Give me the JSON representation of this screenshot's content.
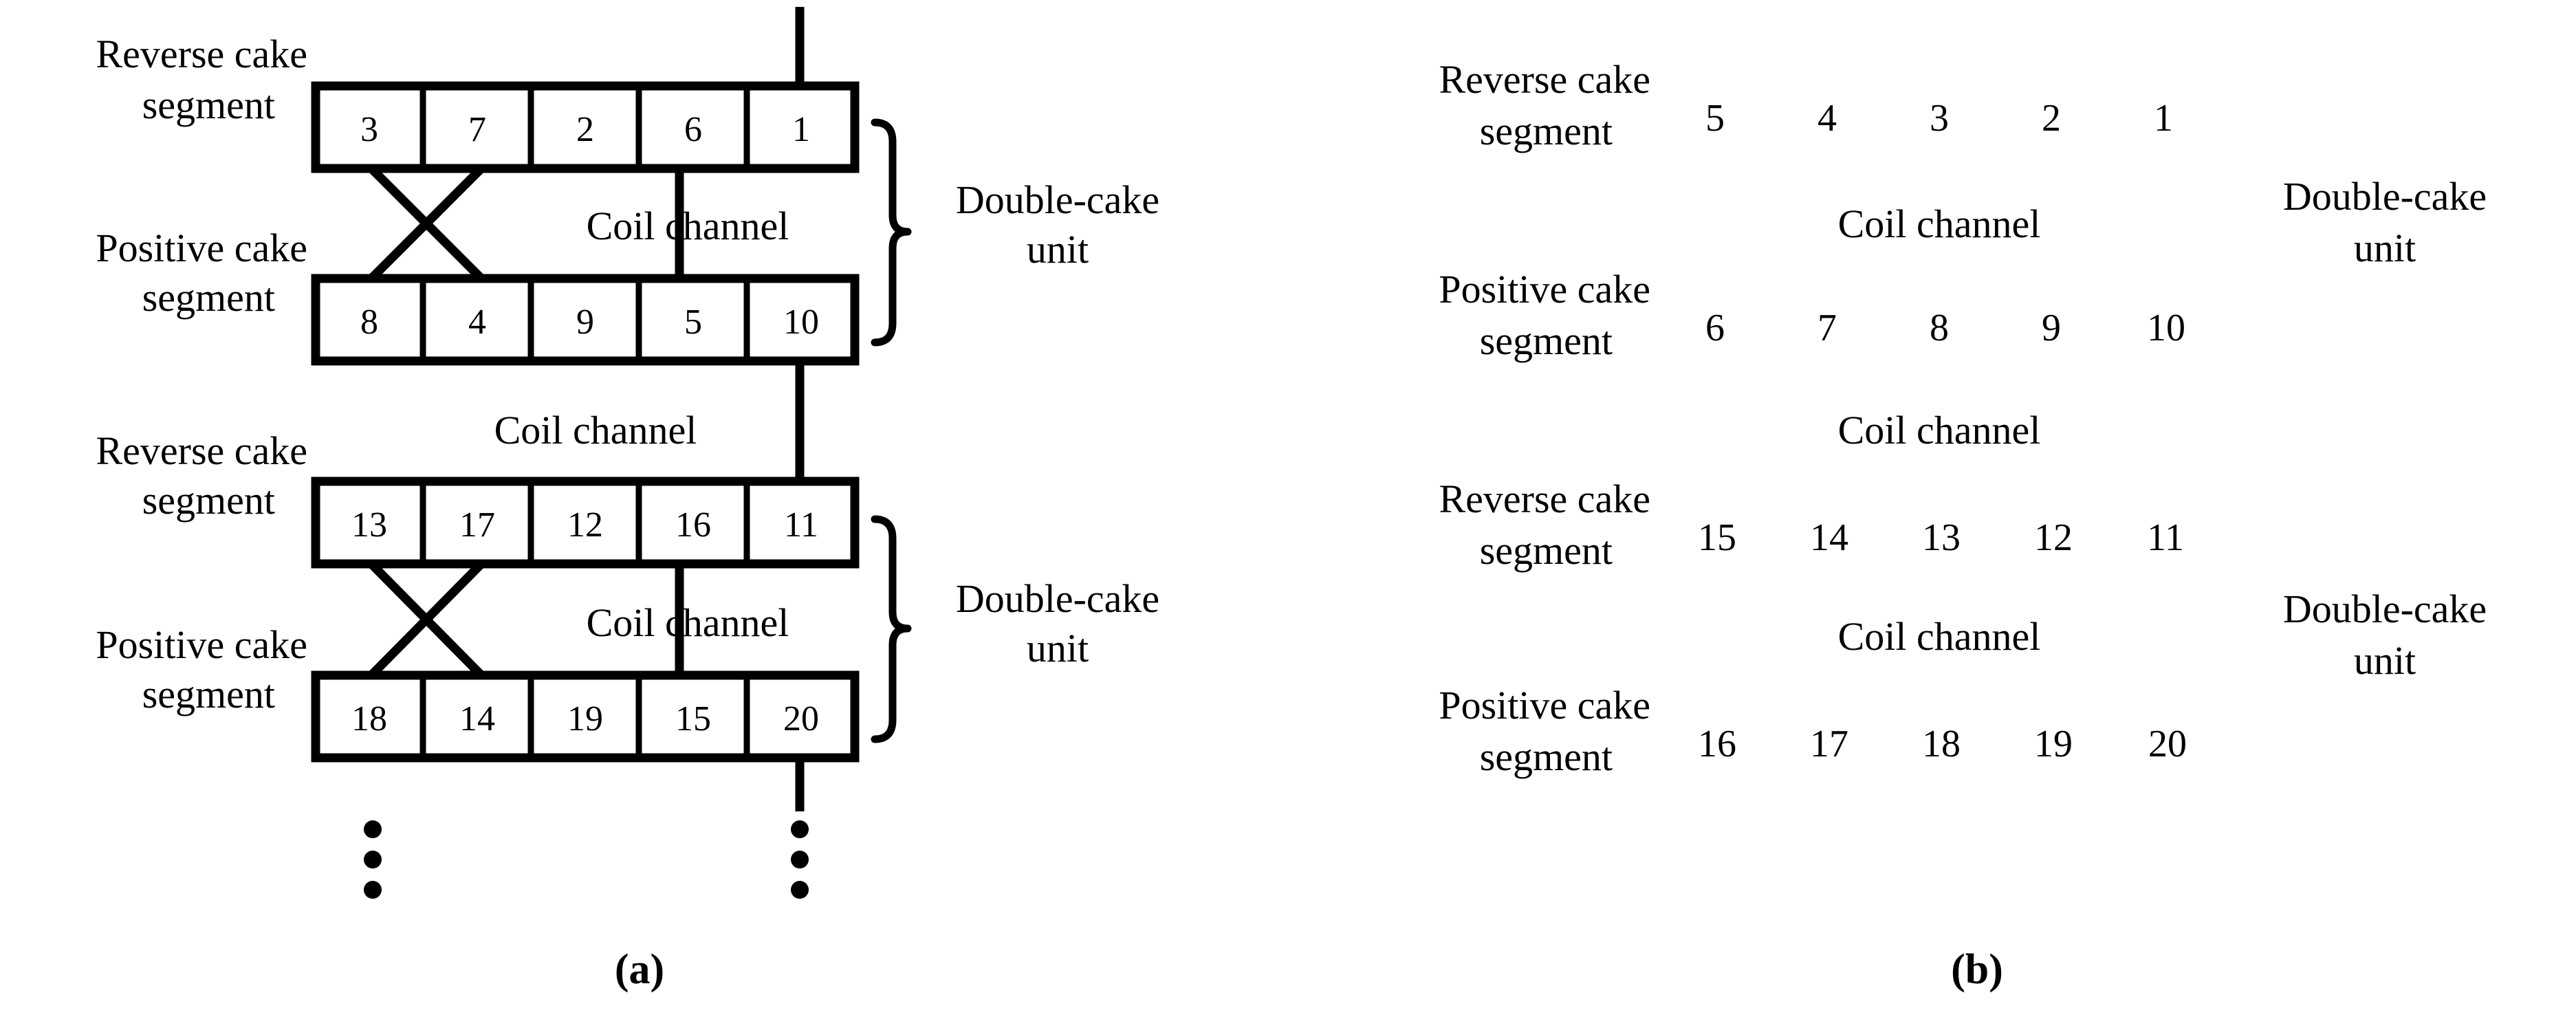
{
  "figure": {
    "panels": [
      {
        "id": "a",
        "caption": "(a)",
        "rows": [
          {
            "label_line1": "Reverse cake",
            "label_line2": "segment",
            "cells": [
              "3",
              "7",
              "2",
              "6",
              "1"
            ]
          },
          {
            "label_line1": "Positive cake",
            "label_line2": "segment",
            "cells": [
              "8",
              "4",
              "9",
              "5",
              "10"
            ]
          },
          {
            "label_line1": "Reverse cake",
            "label_line2": "segment",
            "cells": [
              "13",
              "17",
              "12",
              "16",
              "11"
            ]
          },
          {
            "label_line1": "Positive cake",
            "label_line2": "segment",
            "cells": [
              "18",
              "14",
              "19",
              "15",
              "20"
            ]
          }
        ],
        "coil_channel_labels": [
          "Coil channel",
          "Coil channel",
          "Coil channel"
        ],
        "unit_labels": [
          {
            "line1": "Double-cake",
            "line2": "unit"
          },
          {
            "line1": "Double-cake",
            "line2": "unit"
          }
        ],
        "continuation": "vertical-ellipsis"
      },
      {
        "id": "b",
        "caption": "(b)",
        "rows": [
          {
            "label_line1": "Reverse cake",
            "label_line2": "segment",
            "cells": [
              "5",
              "4",
              "3",
              "2",
              "1"
            ]
          },
          {
            "label_line1": "Positive cake",
            "label_line2": "segment",
            "cells": [
              "6",
              "7",
              "8",
              "9",
              "10"
            ]
          },
          {
            "label_line1": "Reverse cake",
            "label_line2": "segment",
            "cells": [
              "15",
              "14",
              "13",
              "12",
              "11"
            ]
          },
          {
            "label_line1": "Positive cake",
            "label_line2": "segment",
            "cells": [
              "16",
              "17",
              "18",
              "19",
              "20"
            ]
          }
        ],
        "coil_channel_labels": [
          "Coil channel",
          "Coil channel",
          "Coil channel"
        ],
        "unit_labels": [
          {
            "line1": "Double-cake",
            "line2": "unit"
          },
          {
            "line1": "Double-cake",
            "line2": "unit"
          }
        ]
      }
    ],
    "colors": {
      "stroke": "#000000",
      "background": "#ffffff",
      "text": "#000000"
    }
  }
}
